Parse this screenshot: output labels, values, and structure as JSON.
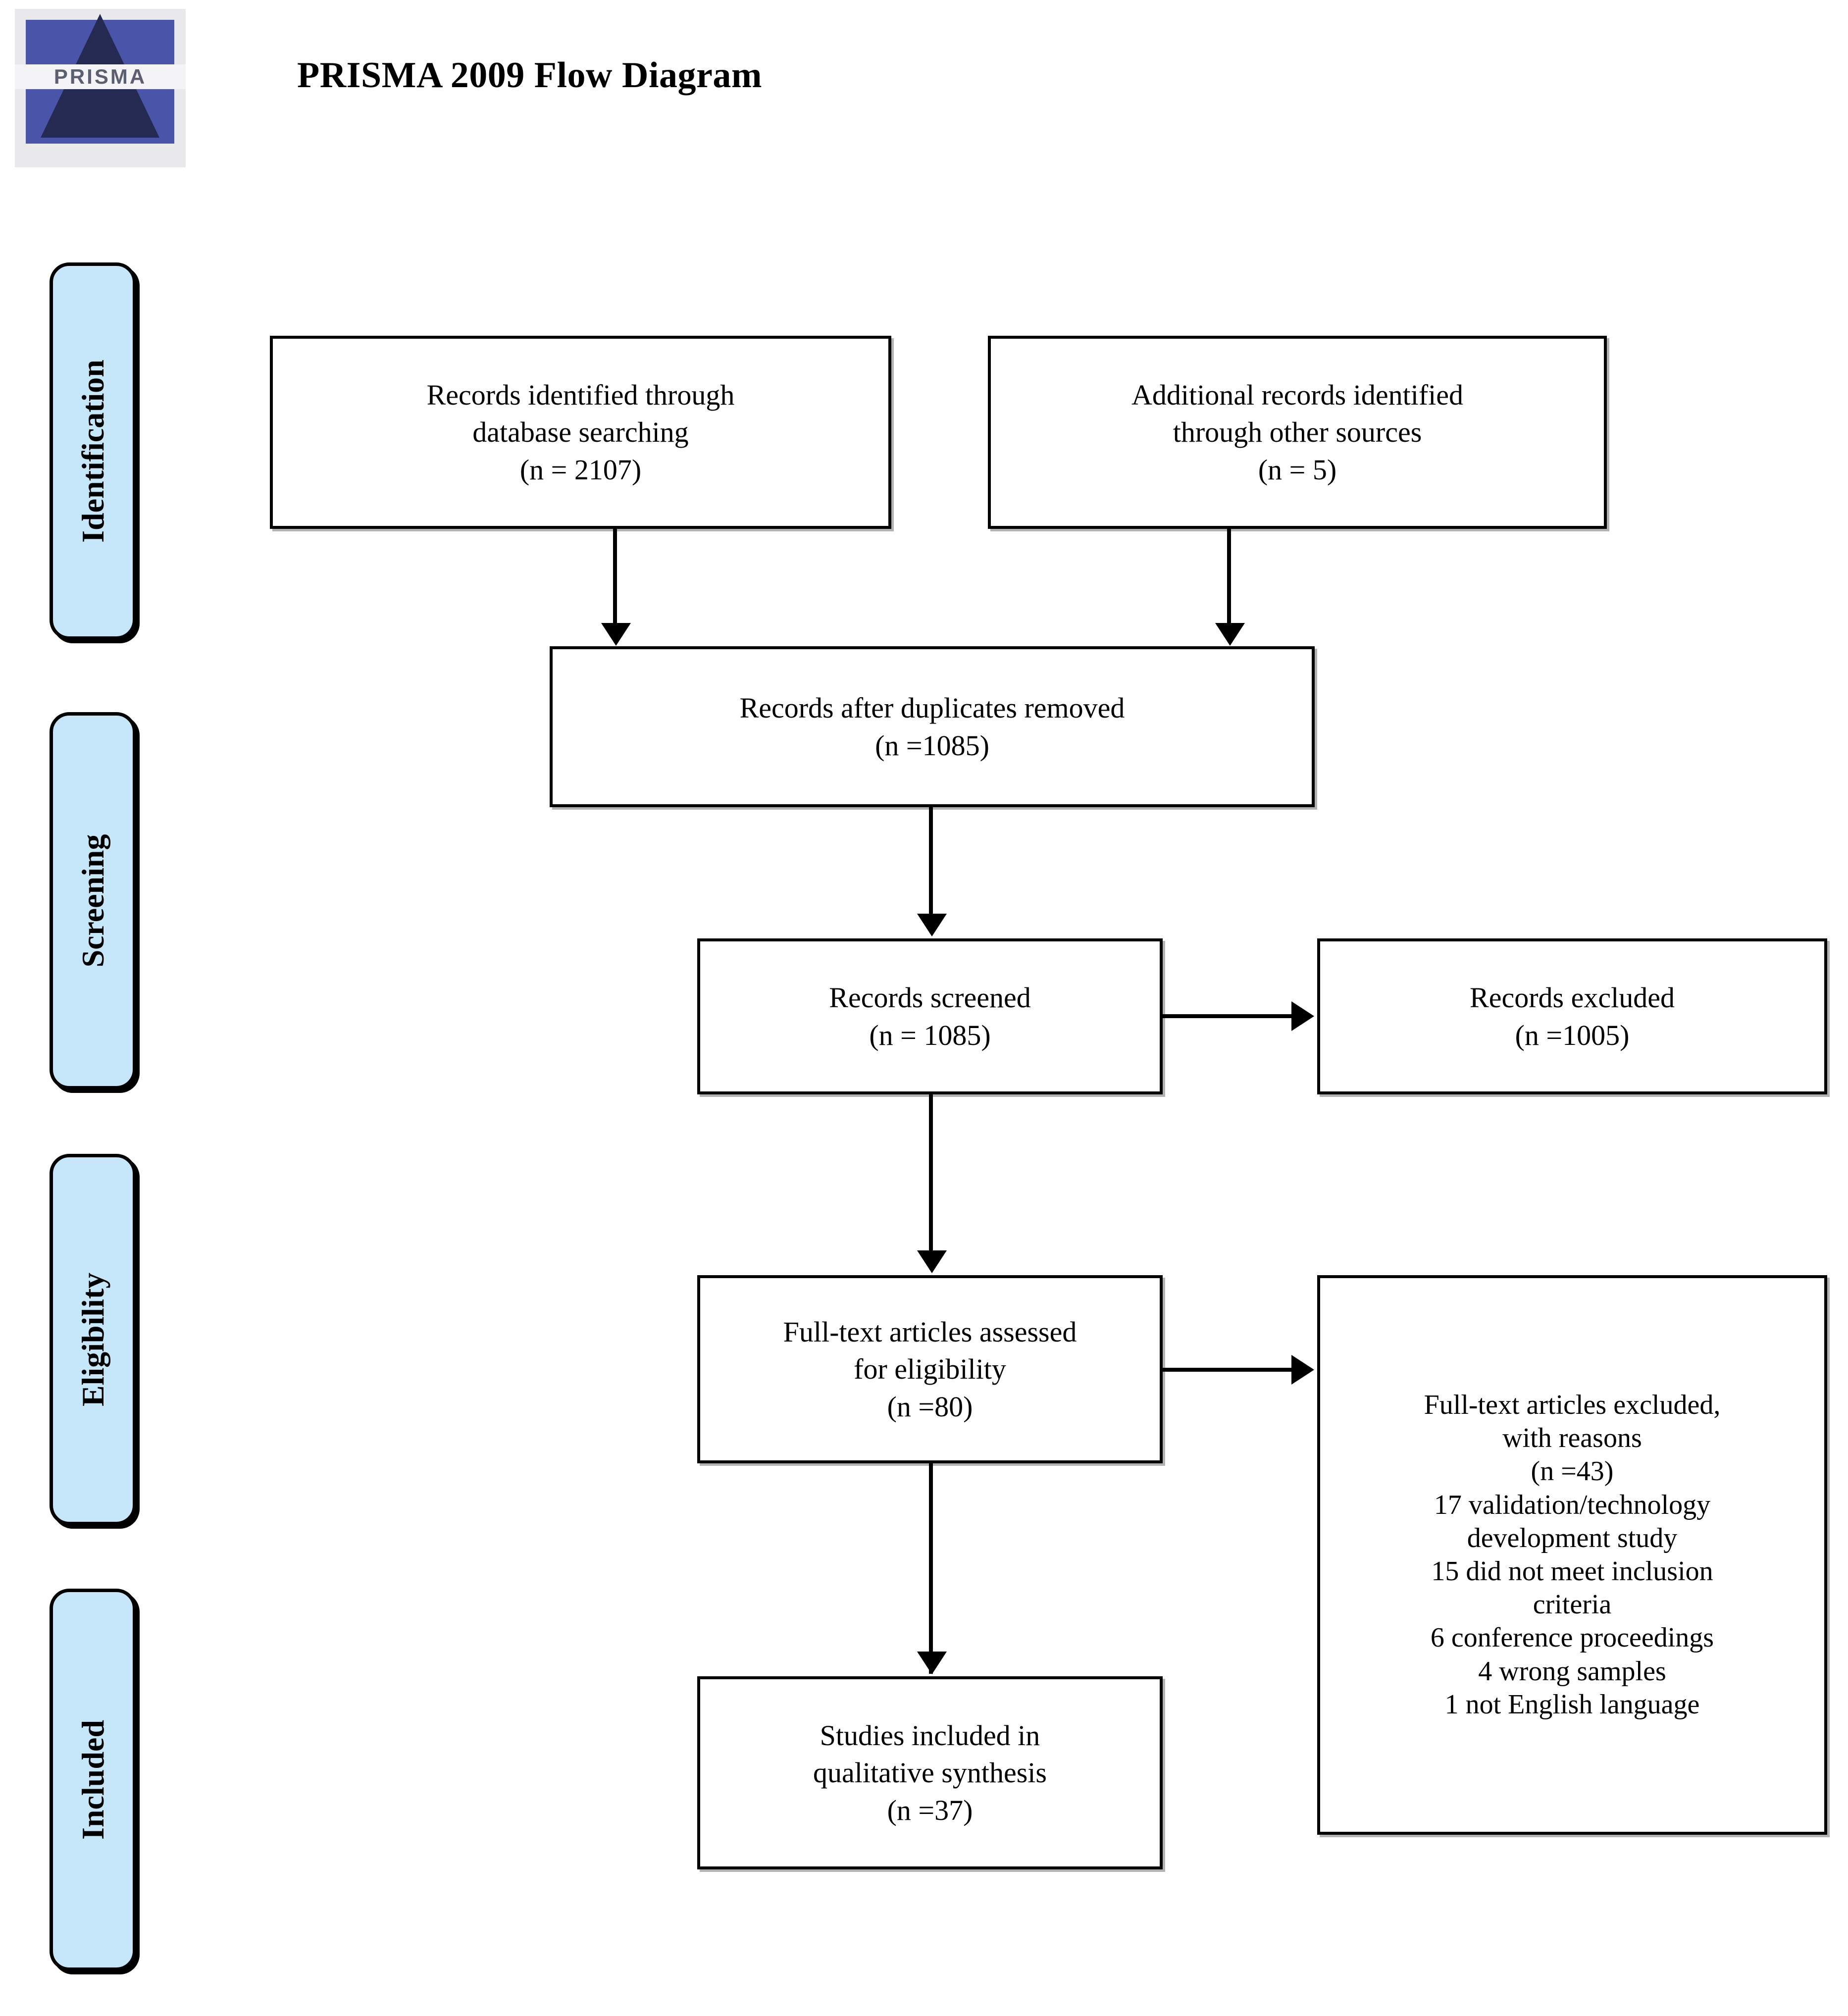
{
  "header": {
    "logo_text": "PRISMA",
    "title": "PRISMA 2009 Flow Diagram"
  },
  "stages": [
    {
      "label": "Identification"
    },
    {
      "label": "Screening"
    },
    {
      "label": "Eligibility"
    },
    {
      "label": "Included"
    }
  ],
  "boxes": {
    "database_search": {
      "line1": "Records identified through",
      "line2": "database searching",
      "line3": "(n = 2107)"
    },
    "other_sources": {
      "line1": "Additional records identified",
      "line2": "through other sources",
      "line3": "(n = 5)"
    },
    "duplicates_removed": {
      "line1": "Records after duplicates removed",
      "line2": "(n =1085)"
    },
    "records_screened": {
      "line1": "Records screened",
      "line2": "(n = 1085)"
    },
    "records_excluded": {
      "line1": "Records excluded",
      "line2": "(n =1005)"
    },
    "fulltext_assessed": {
      "line1": "Full-text articles assessed",
      "line2": "for eligibility",
      "line3": "(n =80)"
    },
    "fulltext_excluded": {
      "line1": "Full-text articles excluded,",
      "line2": "with reasons",
      "line3": "(n =43)",
      "line4": "17 validation/technology",
      "line5": "development study",
      "line6": "15 did not meet inclusion",
      "line7": "criteria",
      "line8": "6 conference proceedings",
      "line9": "4 wrong samples",
      "line10": "1 not English language"
    },
    "studies_included": {
      "line1": "Studies included in",
      "line2": "qualitative synthesis",
      "line3": "(n =37)"
    }
  },
  "chart_data": {
    "type": "diagram",
    "title": "PRISMA 2009 Flow Diagram",
    "nodes": [
      {
        "id": "database_search",
        "stage": "Identification",
        "label": "Records identified through database searching",
        "n": 2107
      },
      {
        "id": "other_sources",
        "stage": "Identification",
        "label": "Additional records identified through other sources",
        "n": 5
      },
      {
        "id": "duplicates_removed",
        "stage": "Identification",
        "label": "Records after duplicates removed",
        "n": 1085
      },
      {
        "id": "records_screened",
        "stage": "Screening",
        "label": "Records screened",
        "n": 1085
      },
      {
        "id": "records_excluded",
        "stage": "Screening",
        "label": "Records excluded",
        "n": 1005
      },
      {
        "id": "fulltext_assessed",
        "stage": "Eligibility",
        "label": "Full-text articles assessed for eligibility",
        "n": 80
      },
      {
        "id": "fulltext_excluded",
        "stage": "Eligibility",
        "label": "Full-text articles excluded, with reasons",
        "n": 43,
        "reasons": [
          {
            "count": 17,
            "reason": "validation/technology development study"
          },
          {
            "count": 15,
            "reason": "did not meet inclusion criteria"
          },
          {
            "count": 6,
            "reason": "conference proceedings"
          },
          {
            "count": 4,
            "reason": "wrong samples"
          },
          {
            "count": 1,
            "reason": "not English language"
          }
        ]
      },
      {
        "id": "studies_included",
        "stage": "Included",
        "label": "Studies included in qualitative synthesis",
        "n": 37
      }
    ],
    "edges": [
      {
        "from": "database_search",
        "to": "duplicates_removed"
      },
      {
        "from": "other_sources",
        "to": "duplicates_removed"
      },
      {
        "from": "duplicates_removed",
        "to": "records_screened"
      },
      {
        "from": "records_screened",
        "to": "records_excluded"
      },
      {
        "from": "records_screened",
        "to": "fulltext_assessed"
      },
      {
        "from": "fulltext_assessed",
        "to": "fulltext_excluded"
      },
      {
        "from": "fulltext_assessed",
        "to": "studies_included"
      }
    ],
    "colors": {
      "stage_fill": "#c5e7f9",
      "box_fill": "#ffffff",
      "line": "#000000"
    }
  }
}
